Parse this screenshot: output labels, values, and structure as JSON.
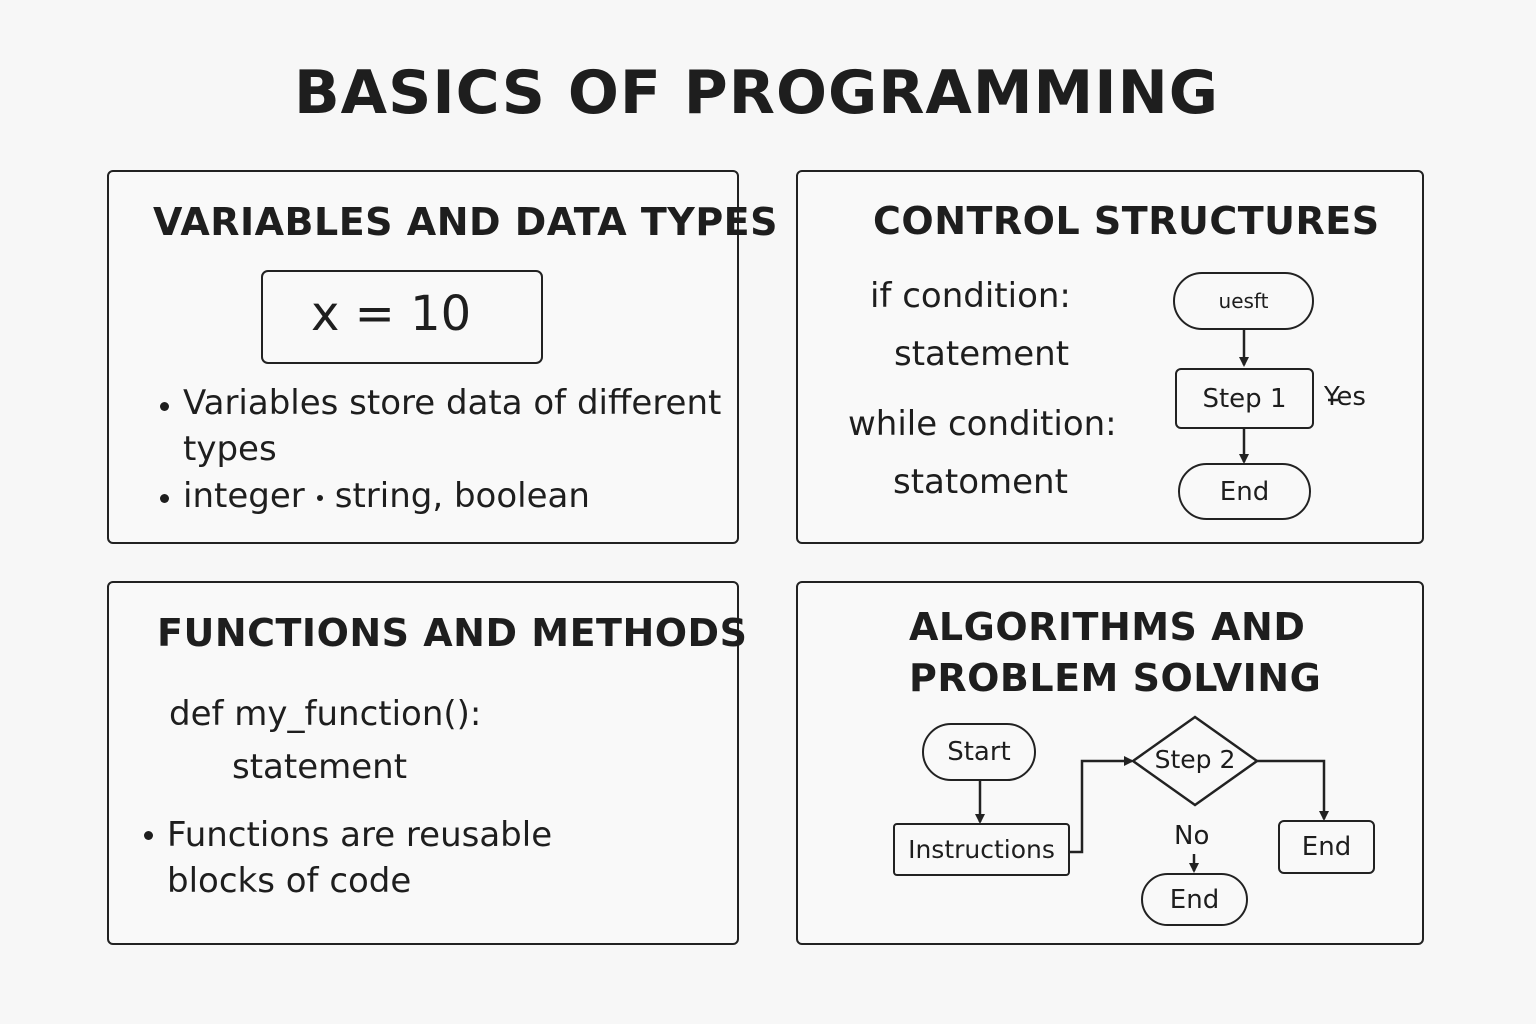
{
  "title": "BASICS OF PROGRAMMING",
  "variables": {
    "heading": "VARIABLES AND DATA TYPES",
    "code": "x = 10",
    "bullet1_line1": "Variables store data of different",
    "bullet1_line2": "types",
    "bullet2_part1": "integer",
    "bullet2_part2": "string, boolean"
  },
  "control": {
    "heading": "CONTROL STRUCTURES",
    "code_line1": "if condition:",
    "code_line2": "statement",
    "code_line3": "while condition:",
    "code_line4": "statoment",
    "flow_start": "uesft",
    "flow_step": "Step 1",
    "flow_yes": "Yes",
    "flow_end": "End"
  },
  "functions": {
    "heading": "FUNCTIONS AND METHODS",
    "code_line1": "def my_function():",
    "code_line2": "statement",
    "bullet_line1": "Functions are reusable",
    "bullet_line2": "blocks of code"
  },
  "algorithms": {
    "heading_line1": "ALGORITHMS AND",
    "heading_line2": "PROBLEM SOLVING",
    "flow_start": "Start",
    "flow_instructions": "Instructions",
    "flow_decision": "Step 2",
    "flow_no": "No",
    "flow_end_bottom": "End",
    "flow_end_right": "End"
  }
}
